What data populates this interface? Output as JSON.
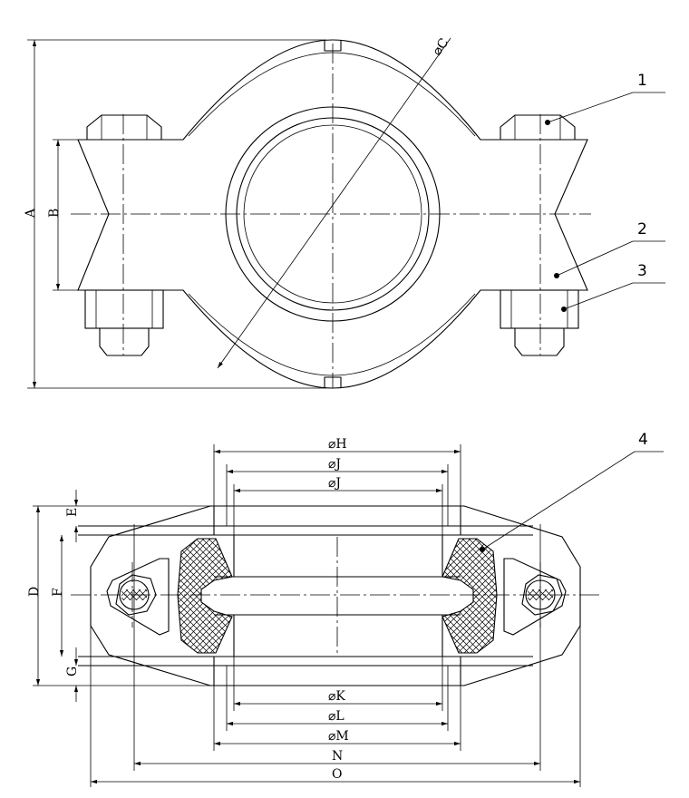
{
  "callouts": {
    "c1": "1",
    "c2": "2",
    "c3": "3",
    "c4": "4"
  },
  "dims": {
    "A": "A",
    "B": "B",
    "C": "⌀C",
    "D": "D",
    "E": "E",
    "F": "F",
    "G": "G",
    "H": "⌀H",
    "J1": "⌀J",
    "J2": "⌀J",
    "K": "⌀K",
    "L": "⌀L",
    "M": "⌀M",
    "N": "N",
    "O": "O"
  }
}
